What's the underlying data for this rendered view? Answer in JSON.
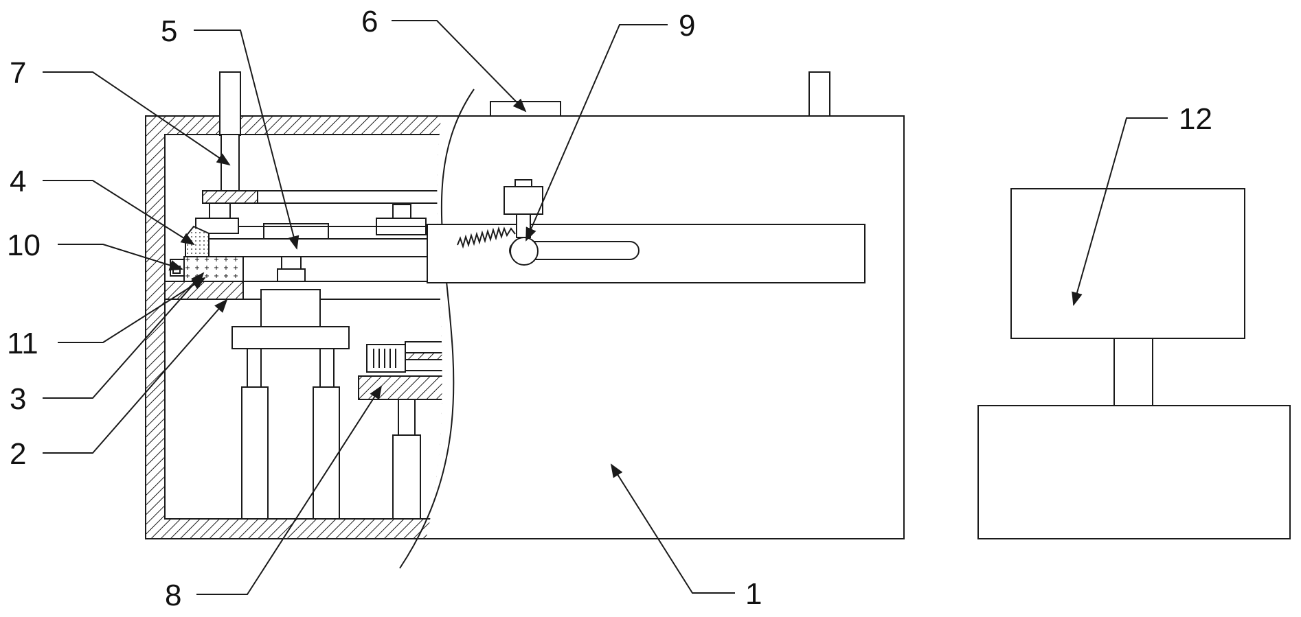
{
  "labels": {
    "l1": "1",
    "l2": "2",
    "l3": "3",
    "l4": "4",
    "l5": "5",
    "l6": "6",
    "l7": "7",
    "l8": "8",
    "l9": "9",
    "l10": "10",
    "l11": "11",
    "l12": "12"
  },
  "colors": {
    "line": "#1a1a1a",
    "background": "#ffffff"
  }
}
